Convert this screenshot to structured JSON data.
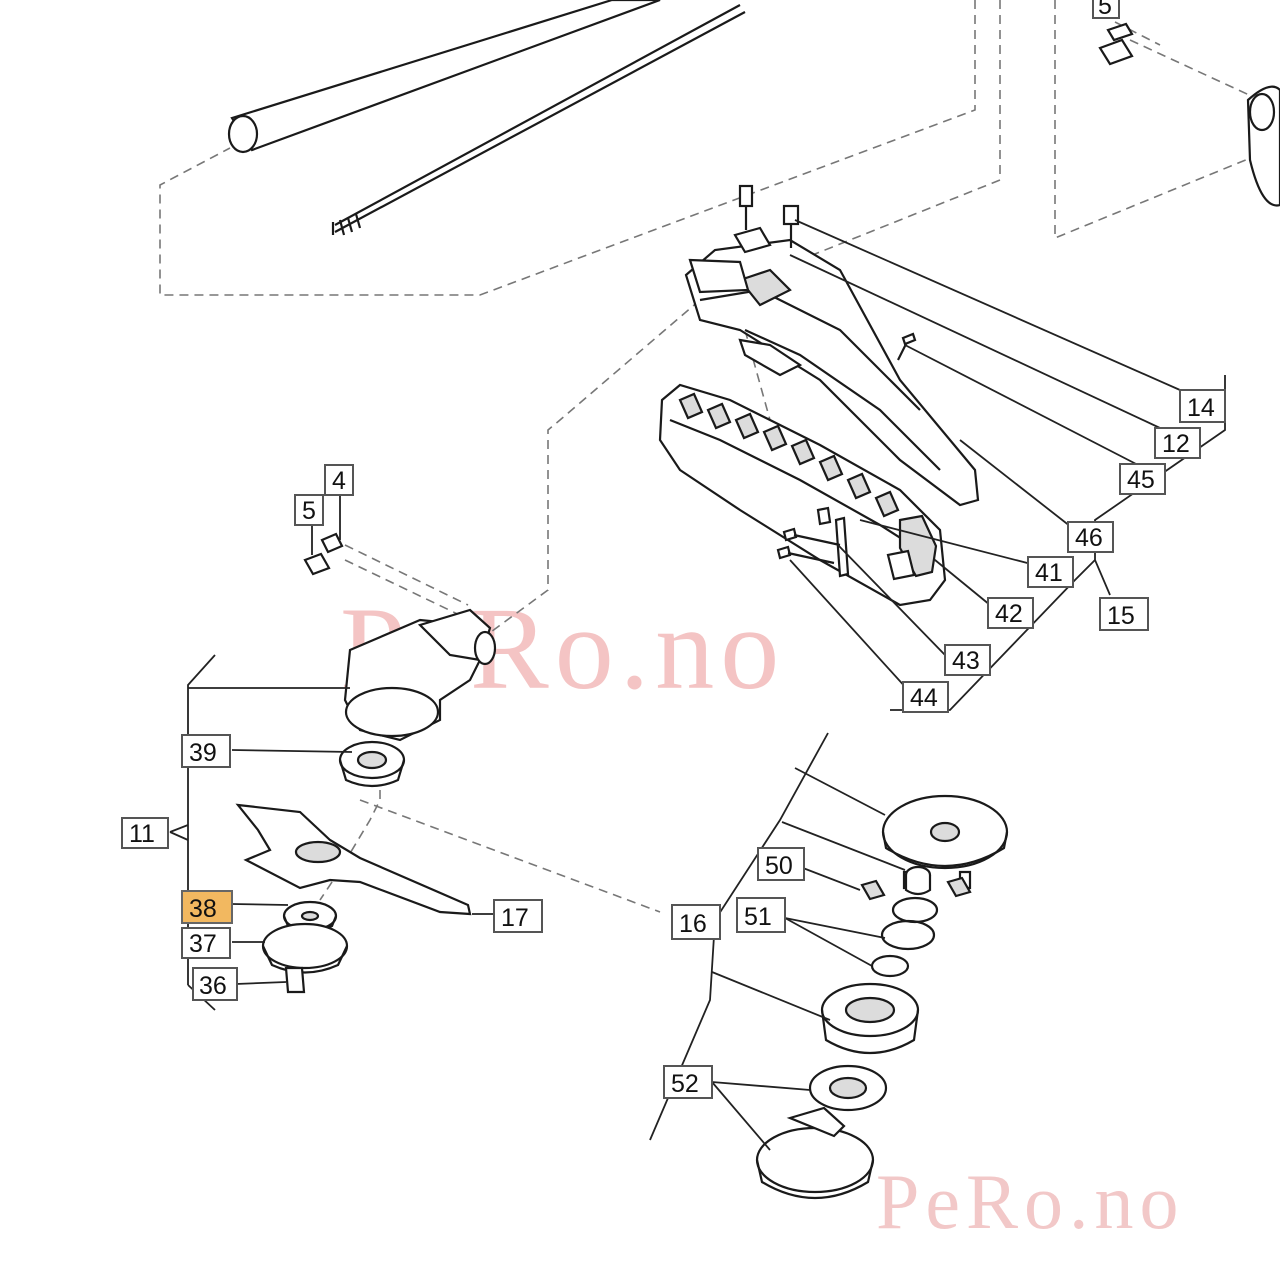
{
  "diagram": {
    "watermarks": [
      "PeRo.no",
      "PeRo.no"
    ],
    "callouts": [
      {
        "id": "c5top",
        "label": "5",
        "highlight": false
      },
      {
        "id": "c14",
        "label": "14",
        "highlight": false
      },
      {
        "id": "c12",
        "label": "12",
        "highlight": false
      },
      {
        "id": "c45",
        "label": "45",
        "highlight": false
      },
      {
        "id": "c46",
        "label": "46",
        "highlight": false
      },
      {
        "id": "c41",
        "label": "41",
        "highlight": false
      },
      {
        "id": "c15",
        "label": "15",
        "highlight": false
      },
      {
        "id": "c42",
        "label": "42",
        "highlight": false
      },
      {
        "id": "c43",
        "label": "43",
        "highlight": false
      },
      {
        "id": "c44",
        "label": "44",
        "highlight": false
      },
      {
        "id": "c4",
        "label": "4",
        "highlight": false
      },
      {
        "id": "c5",
        "label": "5",
        "highlight": false
      },
      {
        "id": "c39",
        "label": "39",
        "highlight": false
      },
      {
        "id": "c11",
        "label": "11",
        "highlight": false
      },
      {
        "id": "c38",
        "label": "38",
        "highlight": true
      },
      {
        "id": "c37",
        "label": "37",
        "highlight": false
      },
      {
        "id": "c36",
        "label": "36",
        "highlight": false
      },
      {
        "id": "c17",
        "label": "17",
        "highlight": false
      },
      {
        "id": "c16",
        "label": "16",
        "highlight": false
      },
      {
        "id": "c50",
        "label": "50",
        "highlight": false
      },
      {
        "id": "c51",
        "label": "51",
        "highlight": false
      },
      {
        "id": "c52",
        "label": "52",
        "highlight": false
      }
    ],
    "colors": {
      "highlight": "#f2b860",
      "line": "#1a1a1a",
      "watermark": "#f4c4c4"
    }
  }
}
